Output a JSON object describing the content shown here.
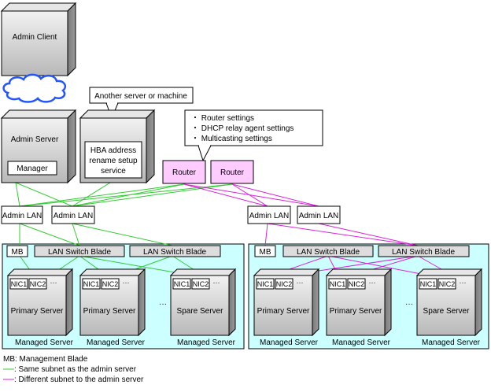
{
  "admin_client": {
    "label": "Admin Client"
  },
  "admin_server": {
    "label": "Admin Server",
    "manager_label": "Manager"
  },
  "another_server": {
    "callout": "Another server or machine",
    "service_lines": [
      "HBA address",
      "rename setup",
      "service"
    ]
  },
  "router_callout": {
    "lines": [
      "・ Router settings",
      "・ DHCP relay agent settings",
      "・ Multicasting settings"
    ]
  },
  "router_label": "Router",
  "admin_lan_label": "Admin LAN",
  "chassis": {
    "mb_label": "MB",
    "lan_switch_blade_label": "LAN Switch Blade",
    "nic1_label": "NIC1",
    "nic2_label": "NIC2",
    "more_nics": "···",
    "more_servers": "···",
    "primary_server_label": "Primary Server",
    "spare_server_label": "Spare Server",
    "managed_server_label": "Managed Server"
  },
  "legend": {
    "mb_note": "MB: Management Blade",
    "same_subnet": ": Same subnet as the admin server",
    "different_subnet": ": Different subnet to the admin server"
  },
  "colors": {
    "same_subnet_line": "#33cc33",
    "different_subnet_line": "#dd22dd",
    "chassis_fill": "#ccffff",
    "router_fill": "#ffccff",
    "switch_fill": "#dddddd"
  }
}
